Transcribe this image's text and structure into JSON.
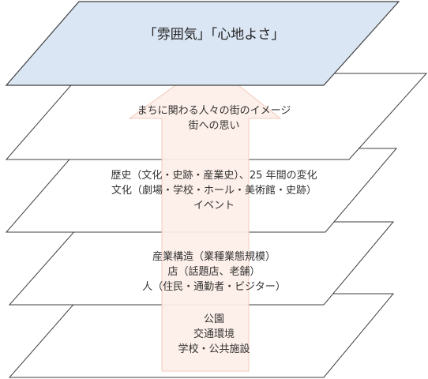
{
  "colors": {
    "top_fill": "#dbe6f4",
    "layer_fill": "#ffffff",
    "outline": "#3f3f3f",
    "arrow_fill": "#fdeee8",
    "arrow_edge": "#f3c7b6"
  },
  "top_layer": {
    "text": "「雰囲気」「心地よさ」"
  },
  "layers": [
    {
      "lines": [
        "まちに関わる人々の街のイメージ",
        "街への思い"
      ]
    },
    {
      "lines": [
        "歴史（文化・史跡・産業史）、25 年間の変化",
        "文化（劇場・学校・ホール・美術館・史跡）",
        "イベント"
      ]
    },
    {
      "lines": [
        "産業構造（業種業態規模）",
        "店（話題店、老舗）",
        "人（住民・通勤者・ビジター）"
      ]
    },
    {
      "lines": [
        "公園",
        "交通環境",
        "学校・公共施設"
      ]
    }
  ]
}
